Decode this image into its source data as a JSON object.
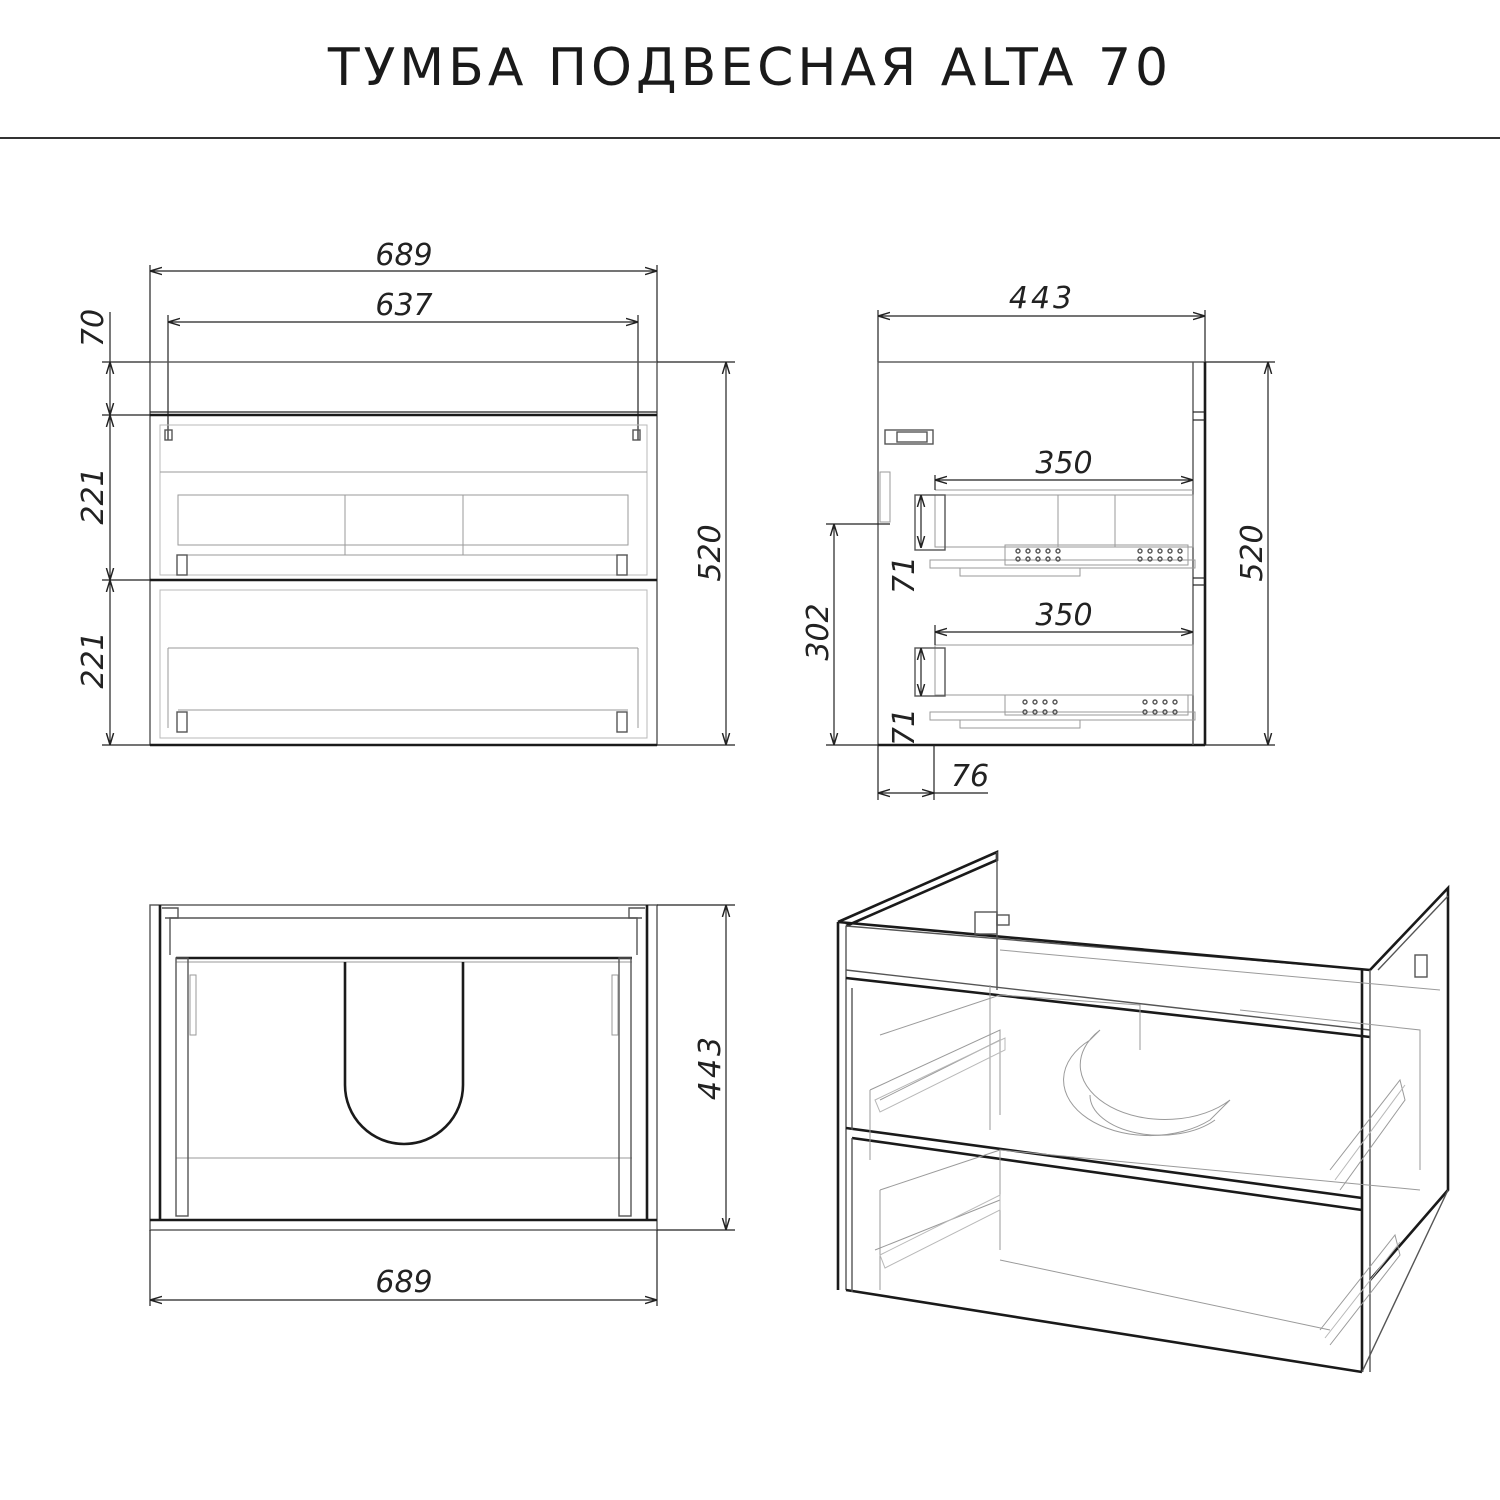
{
  "title": "ТУМБА ПОДВЕСНАЯ ALTA 70",
  "front_view": {
    "width_overall": "689",
    "width_inner": "637",
    "top_panel_height": "70",
    "drawer_upper_height": "221",
    "drawer_lower_height": "221",
    "total_height": "520"
  },
  "side_view": {
    "depth": "443",
    "drawer_depth_upper": "350",
    "drawer_depth_lower": "350",
    "rail_height_upper": "71",
    "rail_height_lower": "71",
    "mount_height": "302",
    "bottom_offset": "76",
    "total_height": "520"
  },
  "top_view": {
    "width": "689",
    "depth": "443"
  },
  "colors": {
    "line": "#1a1a1a",
    "thin_line": "#9a9a9a"
  }
}
